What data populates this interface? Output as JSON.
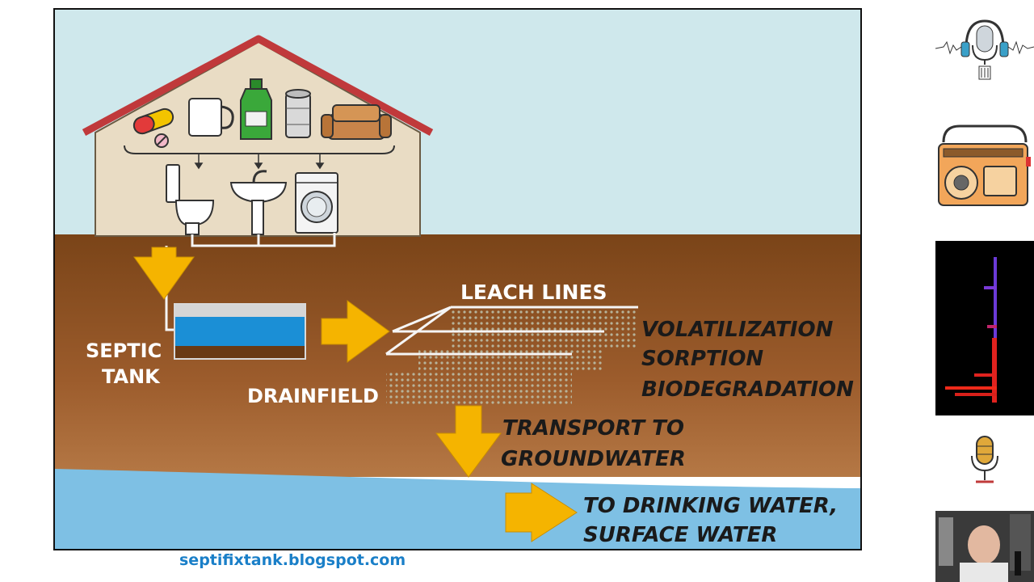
{
  "diagram": {
    "leach_lines": "LEACH LINES",
    "septic_tank_line1": "SEPTIC",
    "septic_tank_line2": "TANK",
    "drainfield": "DRAINFIELD",
    "processes": [
      "VOLATILIZATION",
      "SORPTION",
      "BIODEGRADATION"
    ],
    "transport": [
      "TRANSPORT TO",
      "GROUNDWATER"
    ],
    "drinking": [
      "TO DRINKING WATER,",
      "SURFACE WATER"
    ]
  },
  "footer": {
    "link": "septifixtank.blogspot.com"
  },
  "colors": {
    "sky": "#cfe8ec",
    "soil": "#8a4f22",
    "water": "#7ec0e4",
    "roof": "#c0393b",
    "arrow": "#f5b400",
    "house": "#e9dcc4"
  },
  "sidebar": {
    "icons": [
      "podcast-headphones-mic-icon",
      "retro-radio-icon",
      "audio-spectrum-visualizer",
      "microphone-icon",
      "presenter-webcam"
    ]
  }
}
